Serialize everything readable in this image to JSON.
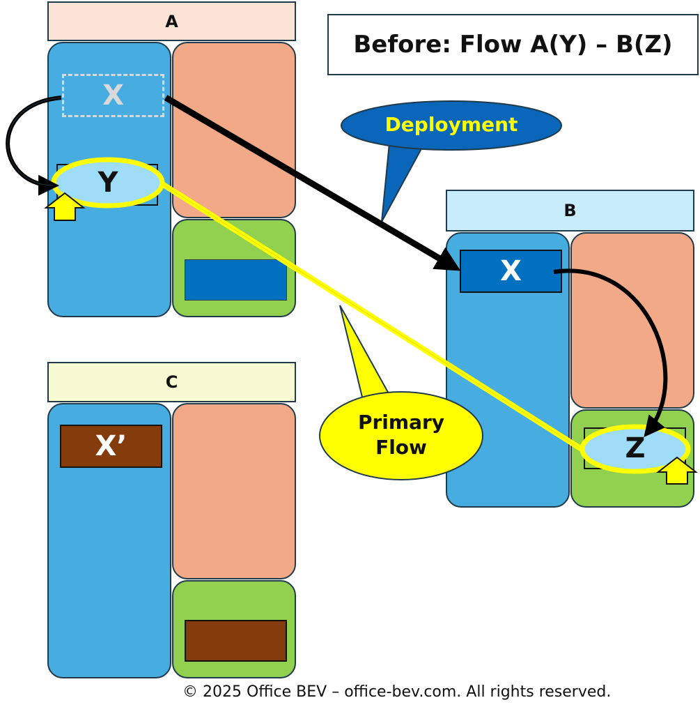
{
  "title": "Before: Flow A(Y) – B(Z)",
  "servers": {
    "a": {
      "label": "A"
    },
    "b": {
      "label": "B"
    },
    "c": {
      "label": "C"
    }
  },
  "components": {
    "a_x_ghost": "X",
    "a_y": "Y",
    "b_x": "X",
    "b_z": "Z",
    "c_x_prime": "X’"
  },
  "callouts": {
    "deployment": "Deployment",
    "primary_flow_line1": "Primary",
    "primary_flow_line2": "Flow"
  },
  "footer": "© 2025 Office BEV – office-bev.com. All rights reserved.",
  "colors": {
    "header_a": "#fbe3d6",
    "header_b": "#c9ecfa",
    "header_c": "#f6f9d2",
    "column_blue": "#47ace0",
    "column_salmon": "#f2a987",
    "column_green": "#92d050",
    "box_dark_blue": "#0070c0",
    "box_brown": "#843c0c",
    "highlight_yellow": "#ffff00",
    "ellipse_light_blue": "#9edcf7",
    "callout_blue": "#0a66b8",
    "callout_text_yellow": "#ffff00"
  }
}
